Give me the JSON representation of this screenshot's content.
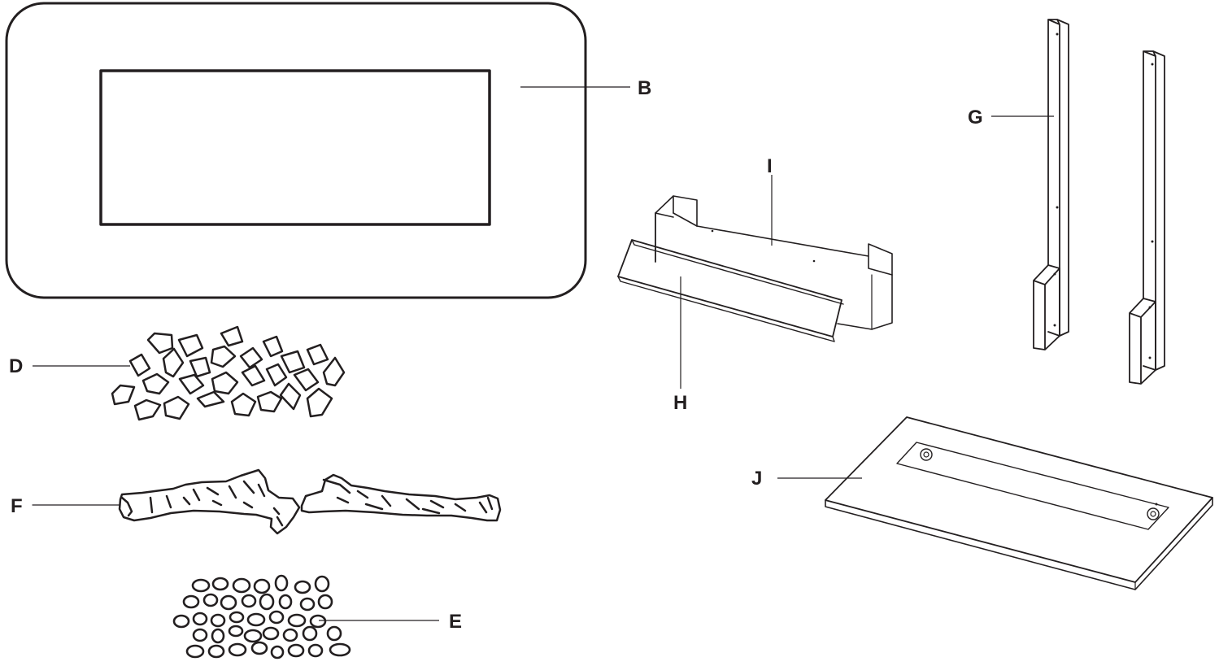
{
  "parts": {
    "B": {
      "label": "B",
      "description_icon": "glass-front-panel"
    },
    "D": {
      "label": "D",
      "description_icon": "crystal-ember-pieces"
    },
    "E": {
      "label": "E",
      "description_icon": "pebble-stones"
    },
    "F": {
      "label": "F",
      "description_icon": "decorative-logs"
    },
    "G": {
      "label": "G",
      "description_icon": "side-legs-pair"
    },
    "H": {
      "label": "H",
      "description_icon": "front-trim-plate"
    },
    "I": {
      "label": "I",
      "description_icon": "ember-bed-tray"
    },
    "J": {
      "label": "J",
      "description_icon": "base-plate"
    }
  },
  "colors": {
    "line": "#231f20",
    "background": "#ffffff"
  }
}
